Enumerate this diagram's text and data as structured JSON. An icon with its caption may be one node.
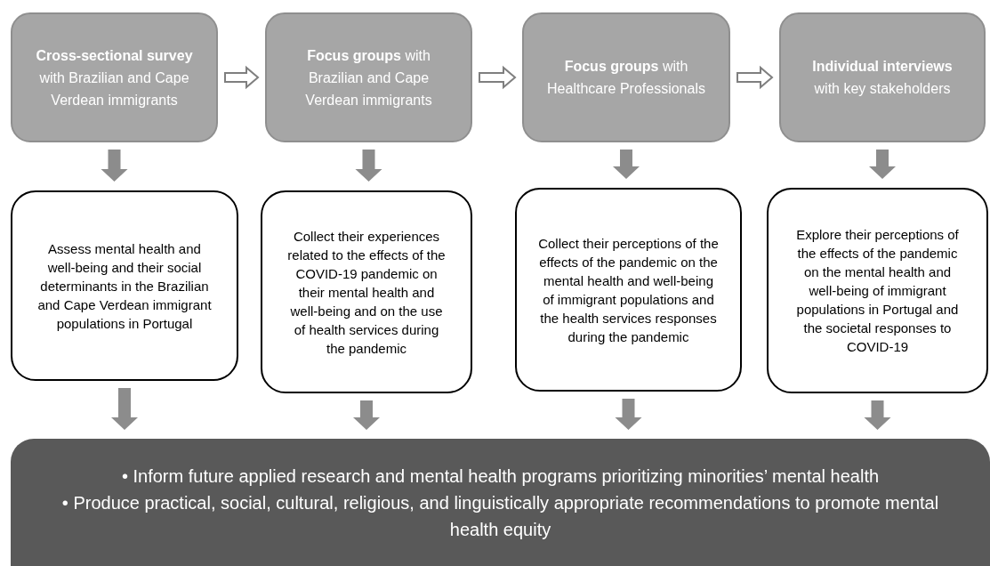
{
  "diagram": {
    "nodes": [
      {
        "text": [
          "**Cross-sectional survey** with Brazilian and Cape Verdean immigrants"
        ]
      },
      {
        "text": [
          "**Focus groups** with Brazilian and Cape Verdean immigrants"
        ]
      },
      {
        "text": [
          "**Focus groups** with Healthcare Professionals"
        ]
      },
      {
        "text": [
          "**Individual interviews** with key stakeholders"
        ]
      },
      {
        "text": [
          "Assess mental health and well-being and their social determinants in the Brazilian and Cape Verdean immigrant populations in Portugal"
        ]
      },
      {
        "text": [
          "Collect their experiences related to the effects of the COVID-19 pandemic on their mental health and well-being and on the use of health services during the pandemic"
        ]
      },
      {
        "text": [
          "Collect their perceptions of the effects of the pandemic on the mental health and well-being of immigrant populations and the health services responses during the pandemic"
        ]
      },
      {
        "text": [
          "Explore their perceptions of the effects of the pandemic on the mental health and well-being of immigrant populations in Portugal and the societal responses to COVID-19"
        ]
      },
      {
        "text": [
          "• Inform future applied research and mental health programs prioritizing minorities’ mental health",
          "• Produce practical, social, cultural, religious, and linguistically appropriate recommendations to promote mental health equity"
        ]
      }
    ],
    "edges": [
      {
        "from": 0,
        "to": 1,
        "arrow": "to"
      },
      {
        "from": 1,
        "to": 2,
        "arrow": "to"
      },
      {
        "from": 2,
        "to": 3,
        "arrow": "to"
      },
      {
        "from": 0,
        "to": 4,
        "arrow": "to",
        "style": "thick"
      },
      {
        "from": 1,
        "to": 5,
        "arrow": "to",
        "style": "thick"
      },
      {
        "from": 2,
        "to": 6,
        "arrow": "to",
        "style": "thick"
      },
      {
        "from": 3,
        "to": 7,
        "arrow": "to",
        "style": "thick"
      },
      {
        "from": 4,
        "to": 8,
        "arrow": "to",
        "style": "thick"
      },
      {
        "from": 5,
        "to": 8,
        "arrow": "to",
        "style": "thick"
      },
      {
        "from": 6,
        "to": 8,
        "arrow": "to",
        "style": "thick"
      },
      {
        "from": 7,
        "to": 8,
        "arrow": "to",
        "style": "thick"
      }
    ]
  }
}
